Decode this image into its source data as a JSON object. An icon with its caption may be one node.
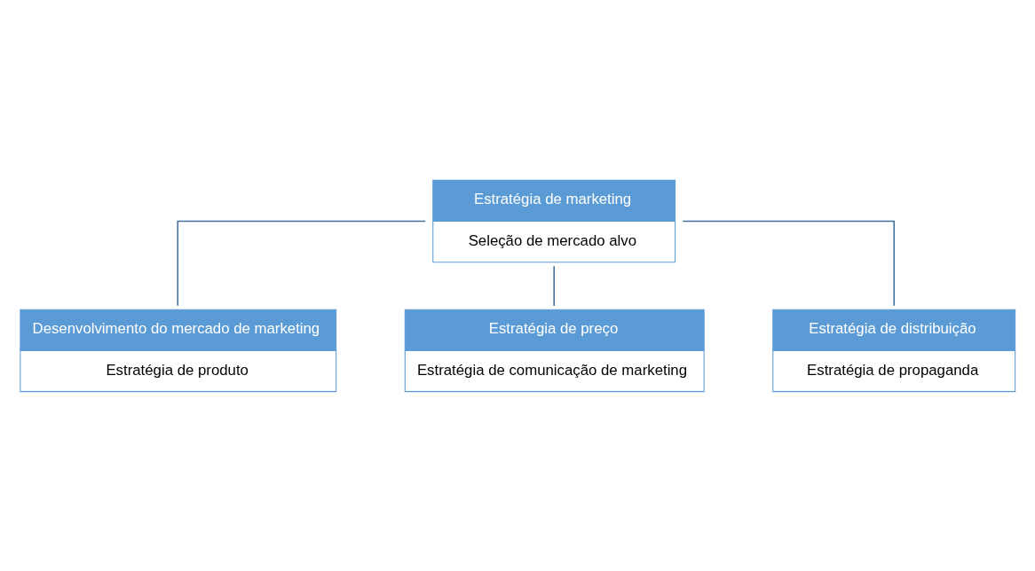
{
  "diagram": {
    "nodes": [
      {
        "text": [
          "Estratégia de marketing",
          "Seleção de mercado alvo"
        ]
      },
      {
        "text": [
          "Desenvolvimento do mercado de marketing",
          "Estratégia de produto"
        ]
      },
      {
        "text": [
          "Estratégia de preço",
          "Estratégia de comunicação de marketing"
        ]
      },
      {
        "text": [
          "Estratégia de distribuição",
          "Estratégia de propaganda"
        ]
      }
    ],
    "edges": [
      {
        "from": 0,
        "to": 1,
        "arrow": "none"
      },
      {
        "from": 0,
        "to": 2,
        "arrow": "none"
      },
      {
        "from": 0,
        "to": 3,
        "arrow": "none"
      }
    ]
  }
}
